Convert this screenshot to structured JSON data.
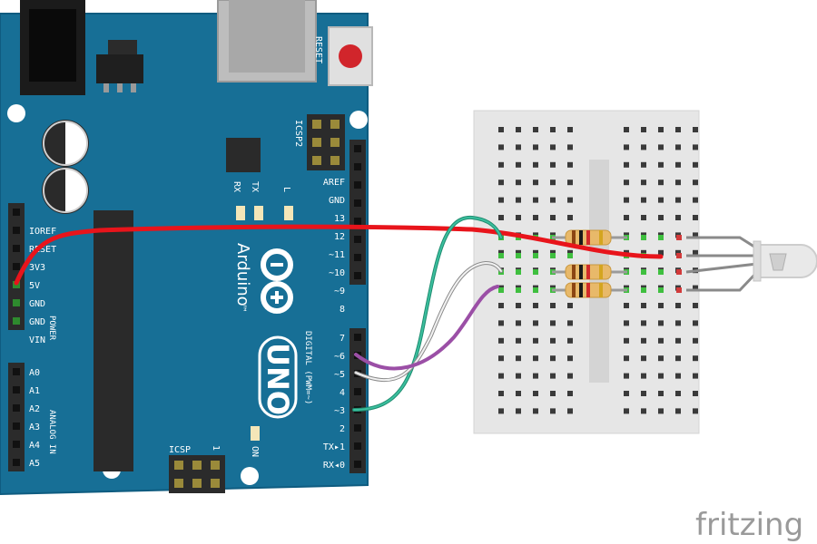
{
  "board": {
    "reset_label": "RESET",
    "icsp2_label": "ICSP2",
    "icsp_label": "ICSP",
    "icsp_pin1": "1",
    "brand": "Arduino",
    "trademark": "™",
    "model": "UNO",
    "on_label": "ON",
    "l_label": "L",
    "tx_label": "TX",
    "rx_label": "RX",
    "power_section": "POWER",
    "analog_section": "ANALOG IN",
    "digital_section": "DIGITAL (PWM=~)",
    "power_pins": [
      "IOREF",
      "RESET",
      "3V3",
      "5V",
      "GND",
      "GND",
      "VIN"
    ],
    "analog_pins": [
      "A0",
      "A1",
      "A2",
      "A3",
      "A4",
      "A5"
    ],
    "digital_high": [
      "AREF",
      "GND",
      "13",
      "12",
      "~11",
      "~10",
      "~9",
      "8"
    ],
    "digital_low": [
      "7",
      "~6",
      "~5",
      "4",
      "~3",
      "2",
      "TX▸1",
      "RX◂0"
    ]
  },
  "wires": [
    {
      "name": "5v-wire",
      "color": "#e8141b"
    },
    {
      "name": "pin3-wire",
      "color": "#3bbf9e"
    },
    {
      "name": "pin5-wire",
      "color": "#f2f2f2"
    },
    {
      "name": "pin6-wire",
      "color": "#9b4fa6"
    }
  ],
  "colors": {
    "board": "#176f96",
    "board_edge": "#0f5c80",
    "header": "#2b2b2b",
    "breadboard": "#e6e6e6",
    "led": "#e9e9e9"
  },
  "watermark": "fritzing"
}
